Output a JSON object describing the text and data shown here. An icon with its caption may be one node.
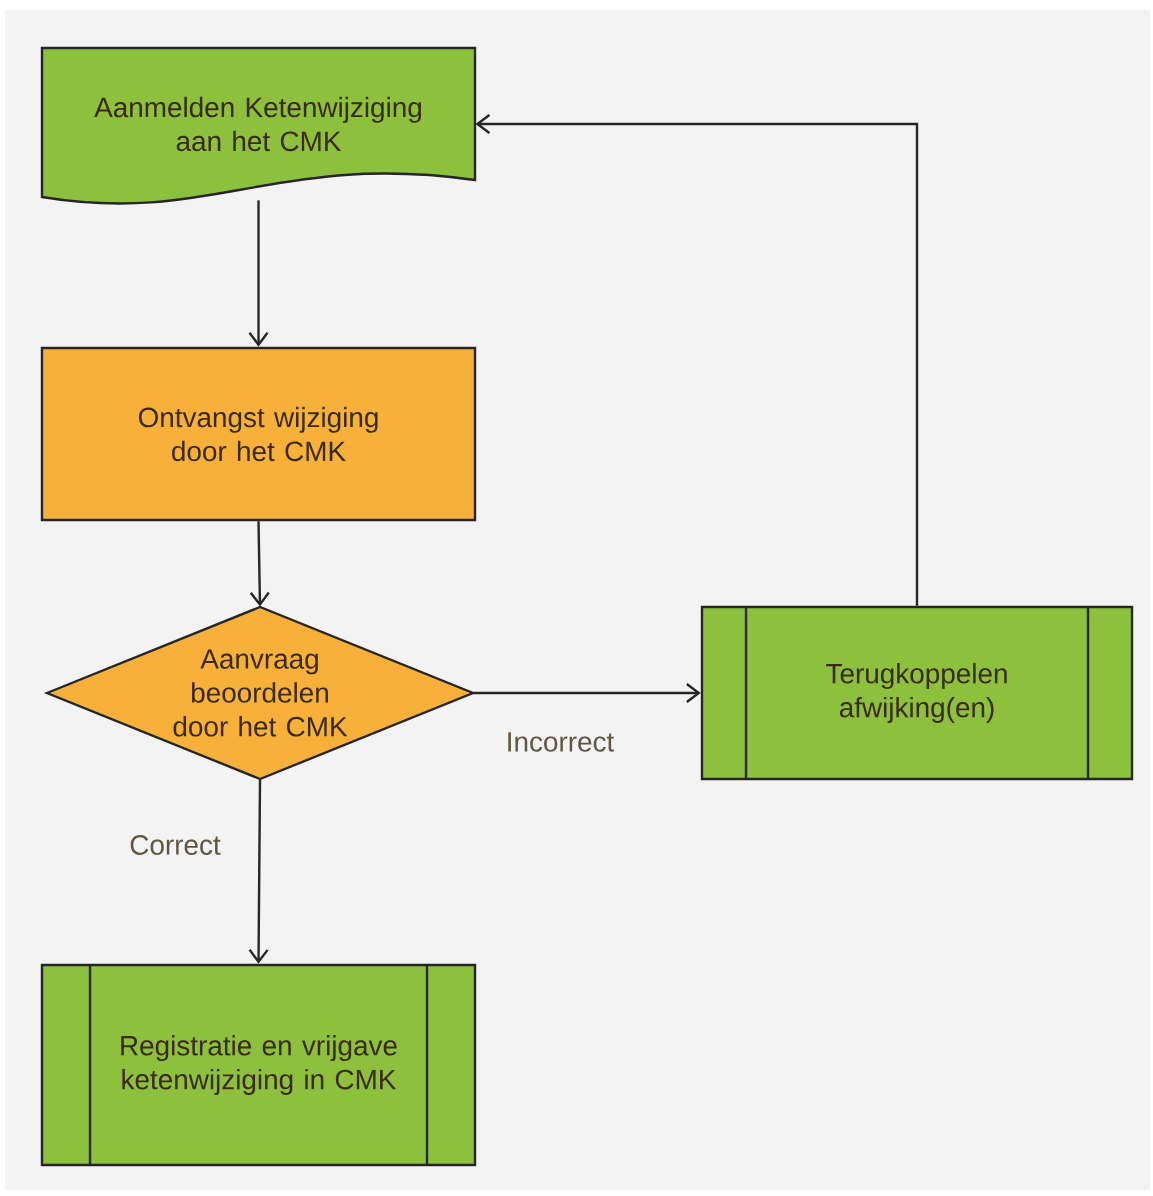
{
  "diagram": {
    "nodes": [
      {
        "text": [
          "Aanmelden Ketenwijziging aan het CMK"
        ]
      },
      {
        "text": [
          "Ontvangst wijziging door het CMK"
        ]
      },
      {
        "text": [
          "Aanvraag beoordelen  door het CMK"
        ]
      },
      {
        "text": [
          "Terugkoppelen afwijking(en)"
        ]
      },
      {
        "text": [
          "Registratie en vrijgave ketenwijziging in CMK"
        ]
      }
    ],
    "edges": [
      {
        "from": 0,
        "to": 1,
        "arrow": "to"
      },
      {
        "from": 1,
        "to": 2,
        "arrow": "to"
      },
      {
        "from": 2,
        "to": 3,
        "arrow": "to",
        "label": "Incorrect"
      },
      {
        "from": 2,
        "to": 4,
        "arrow": "to",
        "label": "Correct"
      },
      {
        "from": 3,
        "to": 0,
        "arrow": "to"
      }
    ]
  }
}
